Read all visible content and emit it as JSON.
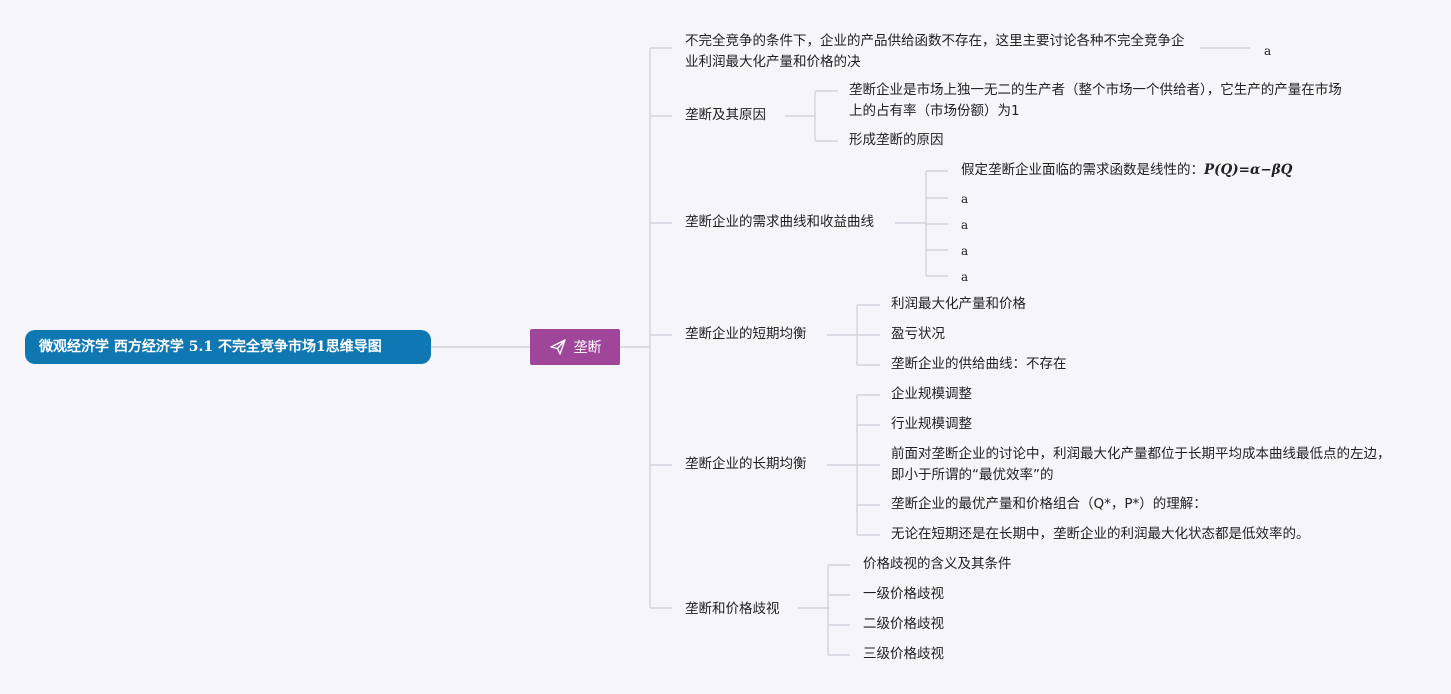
{
  "root": {
    "title": "微观经济学 西方经济学 5.1 不完全竞争市场1思维导图"
  },
  "hub": {
    "label": "垄断",
    "icon": "paper-plane-icon"
  },
  "branches": {
    "intro": {
      "text": "不完全竞争的条件下，企业的产品供给函数不存在，这里主要讨论各种不完全竞争企业利润最大化产量和价格的决",
      "sub": "a"
    },
    "cause": {
      "label": "垄断及其原因",
      "items": [
        "垄断企业是市场上独一无二的生产者（整个市场一个供给者），它生产的产量在市场上的占有率（市场份额）为1",
        "形成垄断的原因"
      ]
    },
    "demand": {
      "label": "垄断企业的需求曲线和收益曲线",
      "first_text": "假定垄断企业面临的需求函数是线性的：",
      "formula": "P(Q)=α−βQ",
      "items": [
        "a",
        "a",
        "a",
        "a"
      ]
    },
    "short_run": {
      "label": "垄断企业的短期均衡",
      "items": [
        "利润最大化产量和价格",
        "盈亏状况",
        "垄断企业的供给曲线：不存在"
      ]
    },
    "long_run": {
      "label": "垄断企业的长期均衡",
      "items": [
        "企业规模调整",
        "行业规模调整",
        "前面对垄断企业的讨论中，利润最大化产量都位于长期平均成本曲线最低点的左边，即小于所谓的“最优效率”的",
        "垄断企业的最优产量和价格组合（Q*，P*）的理解：",
        "无论在短期还是在长期中，垄断企业的利润最大化状态都是低效率的。"
      ]
    },
    "discrimination": {
      "label": "垄断和价格歧视",
      "items": [
        "价格歧视的含义及其条件",
        "一级价格歧视",
        "二级价格歧视",
        "三级价格歧视"
      ]
    }
  },
  "colors": {
    "root": "#0f77b1",
    "hub": "#a0469a",
    "line": "#d3d3dc",
    "background": "#f5f5fa"
  }
}
